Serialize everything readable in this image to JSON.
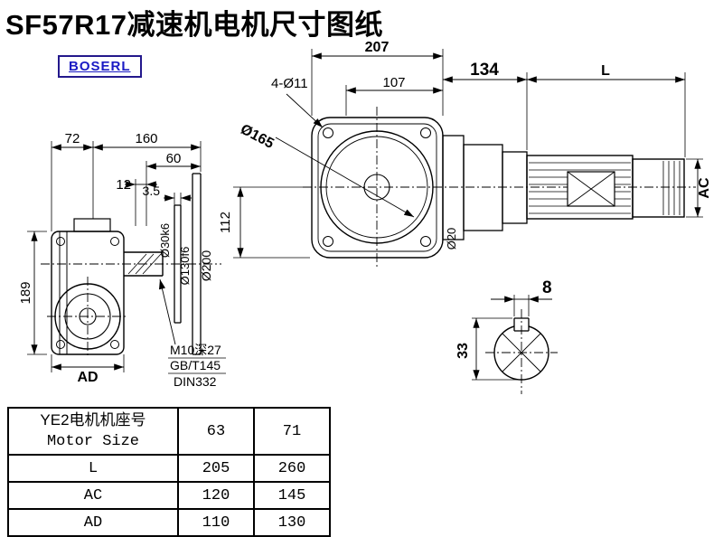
{
  "title": "SF57R17减速机电机尺寸图纸",
  "logo": {
    "text": "BOSERL"
  },
  "front_view": {
    "dim_72": "72",
    "dim_160": "160",
    "dim_60": "60",
    "dim_12": "12",
    "dim_3_5": "3.5",
    "dim_189": "189",
    "dim_ad": "AD",
    "label_shaft_dia": "Ø30k6",
    "label_spigot_dia": "Ø130f6",
    "label_flange_dia": "Ø200",
    "tap_spec_line1": "M10深27",
    "tap_spec_line2": "GB/T145",
    "tap_spec_line3": "DIN332"
  },
  "side_view": {
    "dim_207": "207",
    "dim_107": "107",
    "dim_134": "134",
    "dim_length": "L",
    "label_bolt_holes": "4-Ø11",
    "label_flange_circle_dia": "Ø165",
    "dim_112": "112",
    "dim_ac": "AC",
    "label_shaft_dia": "Ø20"
  },
  "shaft_section": {
    "dim_key_width": "8",
    "dim_height_over_key": "33"
  },
  "table": {
    "header": {
      "line1": "YE2电机机座号",
      "line2": "Motor Size",
      "col1": "63",
      "col2": "71"
    },
    "rows": [
      {
        "label": "L",
        "v1": "205",
        "v2": "260"
      },
      {
        "label": "AC",
        "v1": "120",
        "v2": "145"
      },
      {
        "label": "AD",
        "v1": "110",
        "v2": "130"
      }
    ]
  }
}
